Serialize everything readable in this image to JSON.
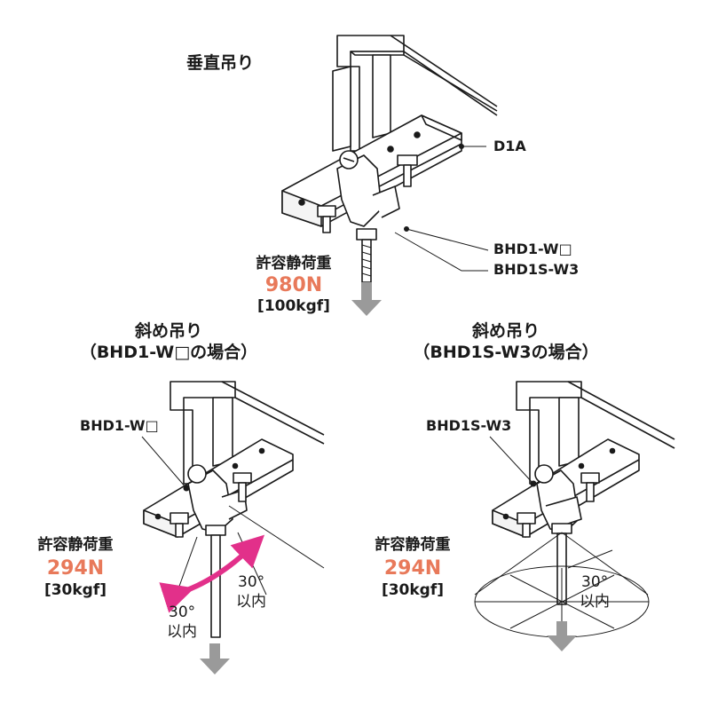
{
  "colors": {
    "value_color": "#e8795a",
    "arrow_gray": "#9a9a9a",
    "magenta_arrow": "#e2308a",
    "line": "#1a1a1a"
  },
  "top": {
    "title": "垂直吊り",
    "label_d1a": "D1A",
    "label_bhd1_w": "BHD1-W□",
    "label_bhd1s_w3": "BHD1S-W3",
    "load_title": "許容静荷重",
    "load_value": "980N",
    "load_kgf": "[100kgf]"
  },
  "left": {
    "title_line1": "斜め吊り",
    "title_line2": "（BHD1-W□の場合）",
    "part_label": "BHD1-W□",
    "load_title": "許容静荷重",
    "load_value": "294N",
    "load_kgf": "[30kgf]",
    "angle_right_deg": "30°",
    "angle_right_text": "以内",
    "angle_left_deg": "30°",
    "angle_left_text": "以内"
  },
  "right": {
    "title_line1": "斜め吊り",
    "title_line2": "（BHD1S-W3の場合）",
    "part_label": "BHD1S-W3",
    "load_title": "許容静荷重",
    "load_value": "294N",
    "load_kgf": "[30kgf]",
    "angle_deg": "30°",
    "angle_text": "以内"
  }
}
